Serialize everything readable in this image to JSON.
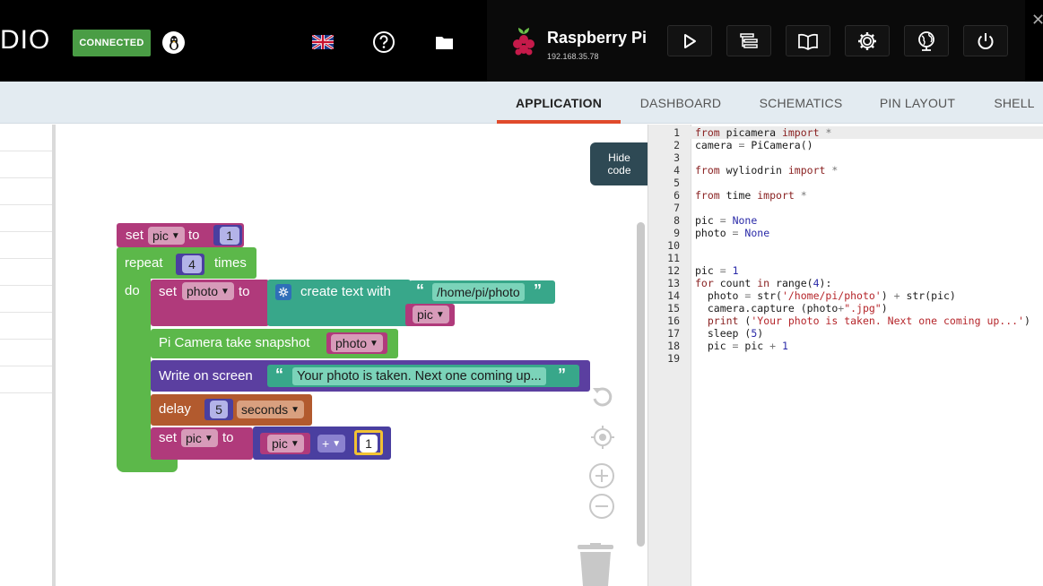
{
  "header": {
    "brand_fragment": "DIO",
    "status": "CONNECTED",
    "device_name": "Raspberry Pi",
    "device_ip": "192.168.35.78"
  },
  "tabs": [
    {
      "label": "APPLICATION",
      "active": true
    },
    {
      "label": "DASHBOARD",
      "active": false
    },
    {
      "label": "SCHEMATICS",
      "active": false
    },
    {
      "label": "PIN LAYOUT",
      "active": false
    },
    {
      "label": "SHELL",
      "active": false
    }
  ],
  "workspace": {
    "hide_code_label": "Hide\ncode",
    "blocks": {
      "set1": {
        "kw_set": "set",
        "var": "pic",
        "kw_to": "to",
        "value": "1"
      },
      "repeat": {
        "kw_repeat": "repeat",
        "count": "4",
        "kw_times": "times",
        "kw_do": "do"
      },
      "set_photo": {
        "kw_set": "set",
        "var": "photo",
        "kw_to": "to",
        "create_text": "create text with",
        "path": "/home/pi/photo",
        "var2": "pic"
      },
      "snapshot": {
        "label": "Pi Camera take snapshot",
        "var": "photo"
      },
      "write": {
        "label": "Write on screen",
        "text": "Your photo is taken. Next one coming up..."
      },
      "delay": {
        "label": "delay",
        "value": "5",
        "unit": "seconds"
      },
      "set_pic": {
        "kw_set": "set",
        "var": "pic",
        "kw_to": "to",
        "var2": "pic",
        "op": "+",
        "value": "1"
      }
    }
  },
  "code": {
    "lines": [
      "from picamera import *",
      "camera = PiCamera()",
      "",
      "from wyliodrin import *",
      "",
      "from time import *",
      "",
      "pic = None",
      "photo = None",
      "",
      "",
      "pic = 1",
      "for count in range(4):",
      "  photo = str('/home/pi/photo') + str(pic)",
      "  camera.capture (photo+\".jpg\")",
      "  print ('Your photo is taken. Next one coming up...')",
      "  sleep (5)",
      "  pic = pic + 1",
      ""
    ]
  },
  "colors": {
    "variable_block": "#b03a7b",
    "loop_block": "#5cb84a",
    "text_block": "#38a78a",
    "camera_block": "#5cb84a",
    "screen_block": "#5b3fa0",
    "delay_block": "#b25a2e",
    "math_block": "#4a3fa0",
    "active_tab_underline": "#e04a2b",
    "connected_badge": "#4a9d45"
  }
}
